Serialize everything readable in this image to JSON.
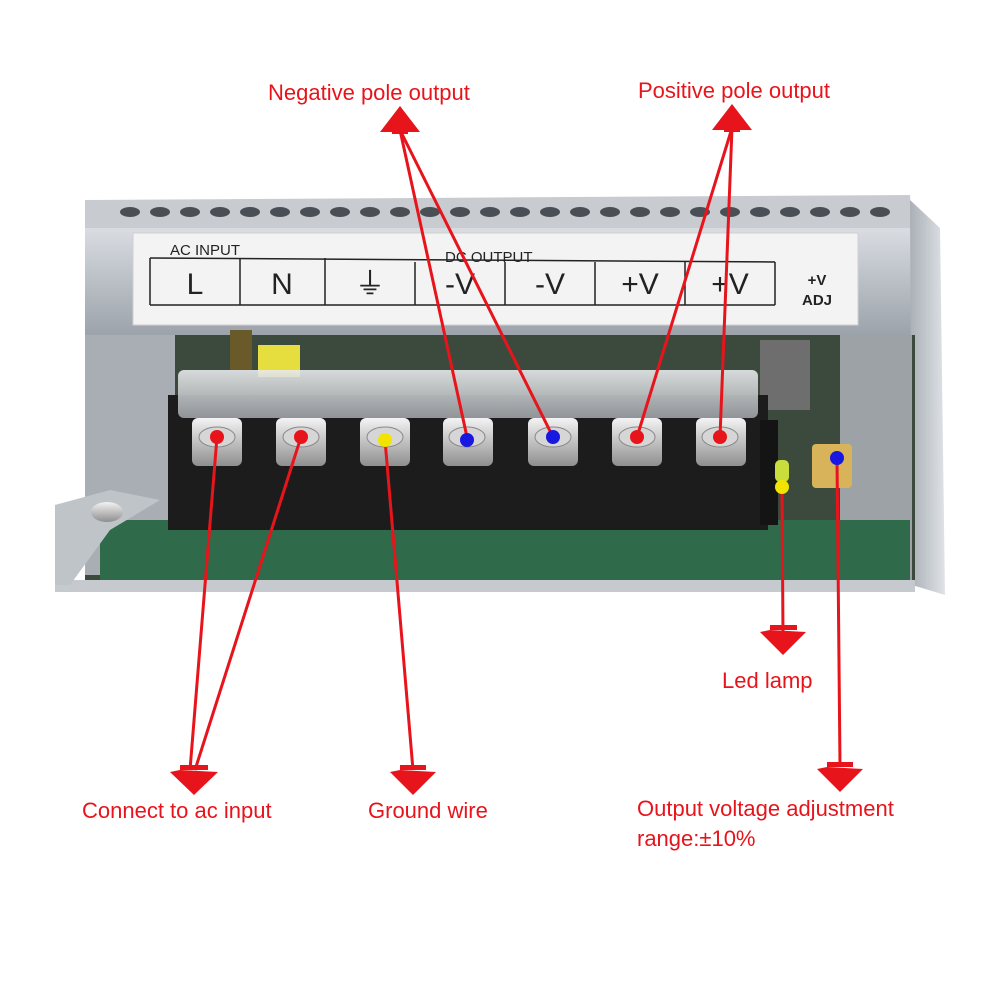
{
  "callouts": {
    "negative_pole": "Negative pole output",
    "positive_pole": "Positive pole output",
    "led_lamp": "Led lamp",
    "ac_input": "Connect to ac input",
    "ground_wire": "Ground wire",
    "voltage_adj_line1": "Output voltage adjustment",
    "voltage_adj_line2": "range:±10%"
  },
  "device_label": {
    "ac_input": "AC INPUT",
    "dc_output": "DC OUTPUT",
    "terminals": [
      "L",
      "N",
      "⏚",
      "-V",
      "-V",
      "+V",
      "+V"
    ],
    "adj_top": "+V",
    "adj_bottom": "ADJ"
  },
  "colors": {
    "callout": "#e8141b",
    "dot_red": "#e8141b",
    "dot_blue": "#1818e0",
    "dot_yellow": "#f2e400"
  }
}
